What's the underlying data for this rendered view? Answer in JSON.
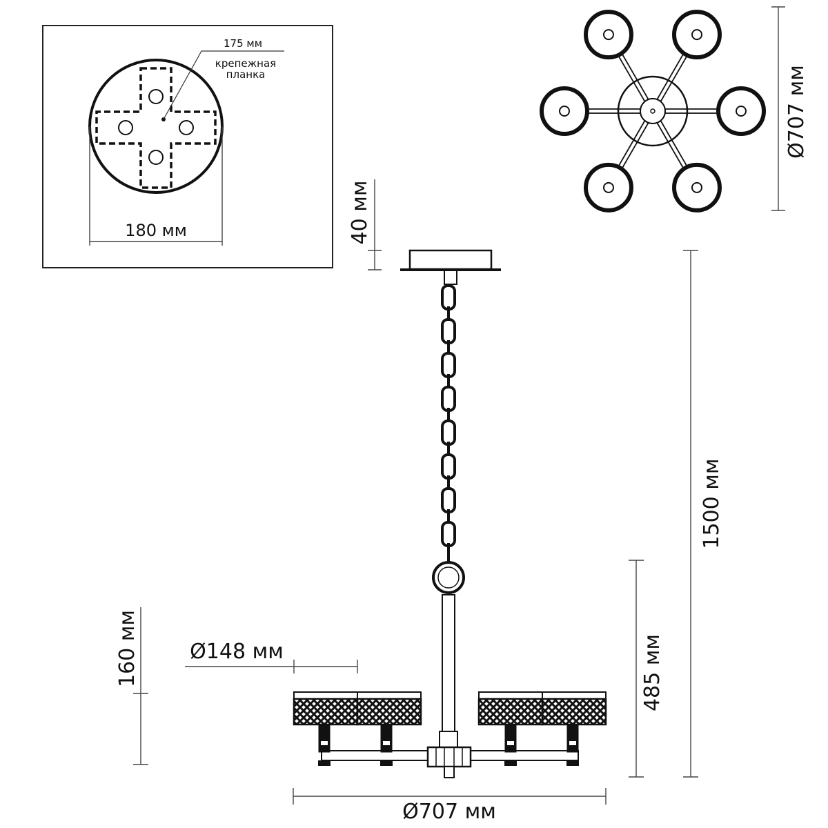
{
  "canopy_inset": {
    "mounting_plate_size": "175 мм",
    "mounting_plate_label_line1": "крепежная",
    "mounting_plate_label_line2": "планка",
    "canopy_diameter": "180 мм"
  },
  "top_view": {
    "diameter": "Ø707 мм",
    "shade_count": 6
  },
  "side_view": {
    "canopy_height": "40 мм",
    "total_height": "1500 мм",
    "fixture_height": "485 мм",
    "shade_height": "160 мм",
    "shade_diameter": "Ø148 мм",
    "overall_diameter": "Ø707 мм"
  }
}
